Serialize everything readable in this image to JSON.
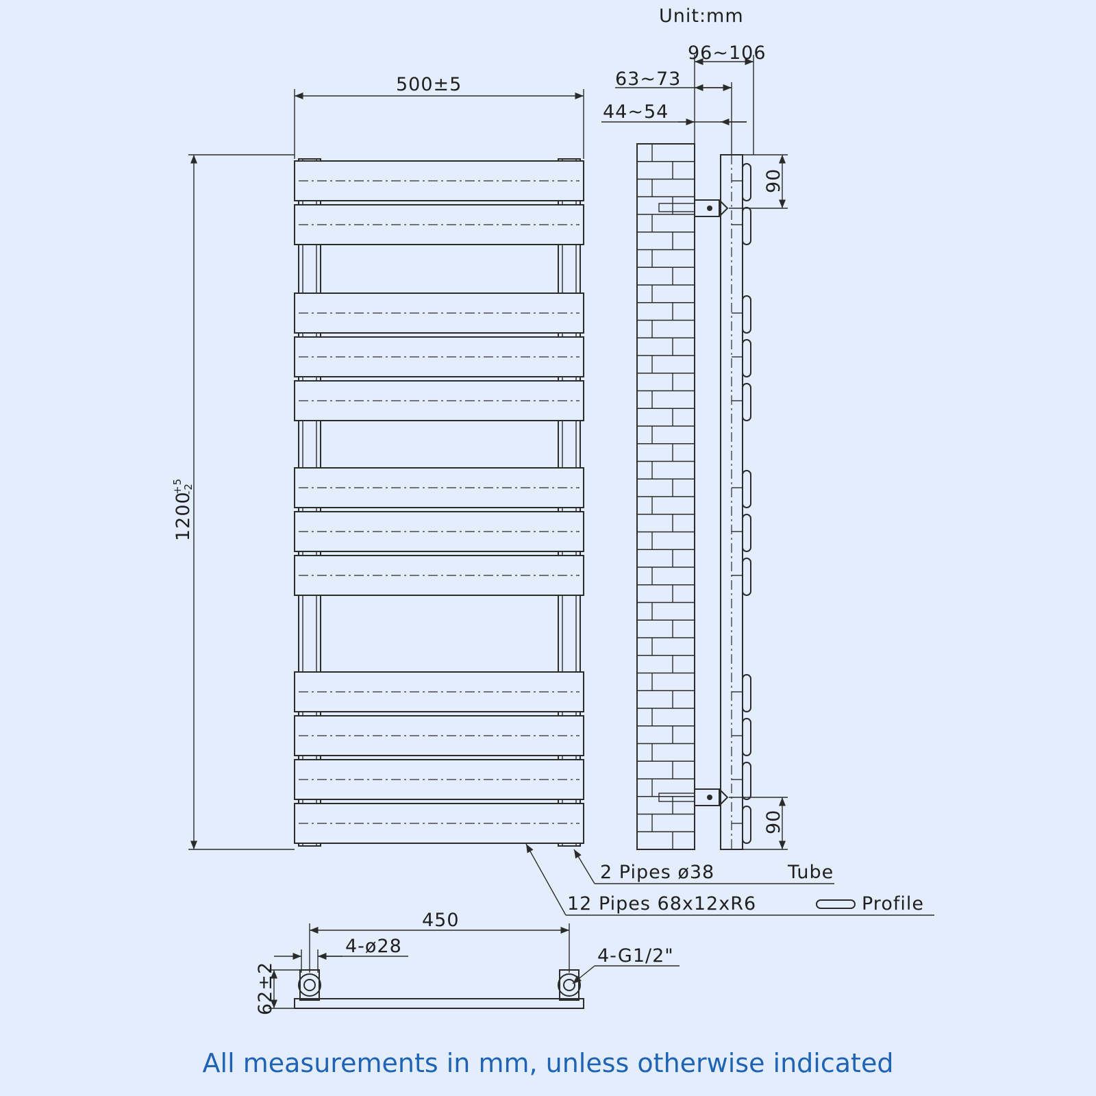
{
  "unit_label": "Unit:mm",
  "front_view": {
    "width_label": "500±5",
    "height_label": "1200",
    "height_tolerance_upper": "+5",
    "height_tolerance_lower": "-2",
    "bar_groups": [
      2,
      3,
      3,
      4
    ]
  },
  "side_view": {
    "depth_total_label": "96~106",
    "depth_mid_label": "63~73",
    "depth_wall_label": "44~54",
    "bracket_top_label": "90",
    "bracket_bottom_label": "90"
  },
  "callouts": {
    "tube_label": "2  Pipes  ø38",
    "tube_type": "Tube",
    "profile_label": "12  Pipes  68x12xR6",
    "profile_type": "Profile"
  },
  "bottom_view": {
    "centers_label": "450",
    "hole_label": "4-ø28",
    "valve_label": "4-G1/2\"",
    "offset_label": "62±2"
  },
  "footer": "All measurements in mm, unless otherwise indicated"
}
